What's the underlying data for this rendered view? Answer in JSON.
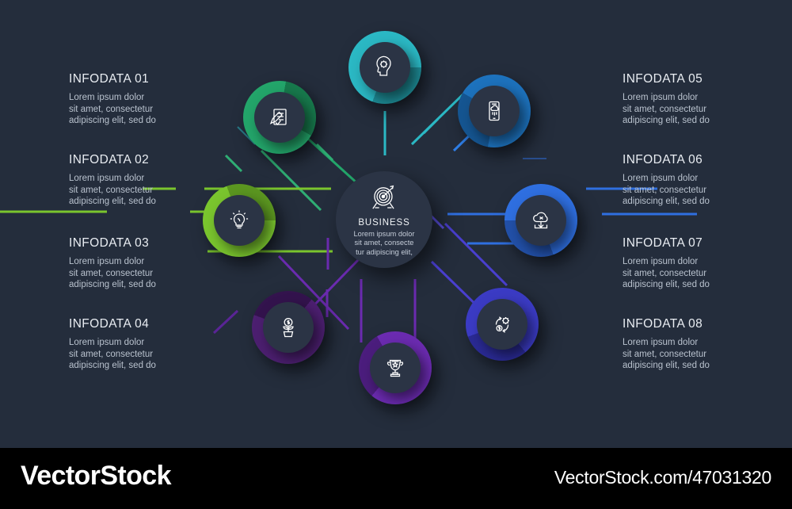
{
  "background": {
    "canvas_color": "#242d3c",
    "footer_color": "#000000"
  },
  "center": {
    "title": "BUSINESS",
    "description": "Lorem ipsum dolor\nsit amet, consecte\ntur adipiscing elit,",
    "icon": "target-dartboard-icon"
  },
  "items": [
    {
      "id": "01",
      "title": "INFODATA 01",
      "description": "Lorem ipsum dolor\nsit amet, consectetur\nadipiscing elit, sed do",
      "color": "#23a56a",
      "color_dark": "#17794c",
      "icon": "checklist-pencil-icon",
      "side": "left"
    },
    {
      "id": "02",
      "title": "INFODATA 02",
      "description": "Lorem ipsum dolor\nsit amet, consectetur\nadipiscing elit, sed do",
      "color": "#7ac52e",
      "color_dark": "#5b9620",
      "icon": "lightbulb-icon",
      "side": "left"
    },
    {
      "id": "03",
      "title": "INFODATA 03",
      "description": "Lorem ipsum dolor\nsit amet, consectetur\nadipiscing elit, sed do",
      "color": "#7ac52e",
      "color_dark": "#5b9620",
      "icon": "lightbulb-icon",
      "side": "left"
    },
    {
      "id": "04",
      "title": "INFODATA 04",
      "description": "Lorem ipsum dolor\nsit amet, consectetur\nadipiscing elit, sed do",
      "color": "#4c1f70",
      "color_dark": "#33134d",
      "icon": "money-plant-icon",
      "side": "left"
    },
    {
      "id": "05",
      "title": "INFODATA 05",
      "description": "Lorem ipsum dolor\nsit amet, consectetur\nadipiscing elit, sed do",
      "color": "#1d72bd",
      "color_dark": "#155591",
      "icon": "mobile-weather-icon",
      "side": "right"
    },
    {
      "id": "06",
      "title": "INFODATA 06",
      "description": "Lorem ipsum dolor\nsit amet, consectetur\nadipiscing elit, sed do",
      "color": "#2f6fe0",
      "color_dark": "#2250a8",
      "icon": "cloud-download-icon",
      "side": "right"
    },
    {
      "id": "07",
      "title": "INFODATA 07",
      "description": "Lorem ipsum dolor\nsit amet, consectetur\nadipiscing elit, sed do",
      "color": "#3b3bc4",
      "color_dark": "#2a2a94",
      "icon": "money-gear-cycle-icon",
      "side": "right"
    },
    {
      "id": "08",
      "title": "INFODATA 08",
      "description": "Lorem ipsum dolor\nsit amet, consectetur\nadipiscing elit, sed do",
      "color": "#3b3bc4",
      "color_dark": "#2a2a94",
      "icon": "money-gear-cycle-icon",
      "side": "right"
    }
  ],
  "nodes": [
    {
      "name": "node-head-gear",
      "icon": "head-gear-icon",
      "color": "#2bb8c4",
      "color_dark": "#1d8a94"
    },
    {
      "name": "node-checklist",
      "icon": "checklist-pencil-icon",
      "color": "#23a56a",
      "color_dark": "#17794c"
    },
    {
      "name": "node-lightbulb",
      "icon": "lightbulb-icon",
      "color": "#7ac52e",
      "color_dark": "#5b9620"
    },
    {
      "name": "node-money-plant",
      "icon": "money-plant-icon",
      "color": "#4c1f70",
      "color_dark": "#33134d"
    },
    {
      "name": "node-trophy",
      "icon": "trophy-icon",
      "color": "#6b2bb0",
      "color_dark": "#4b1d7d"
    },
    {
      "name": "node-money-gear",
      "icon": "money-gear-cycle-icon",
      "color": "#3b3bc4",
      "color_dark": "#2a2a94"
    },
    {
      "name": "node-cloud-download",
      "icon": "cloud-download-icon",
      "color": "#2f6fe0",
      "color_dark": "#2250a8"
    },
    {
      "name": "node-mobile-weather",
      "icon": "mobile-weather-icon",
      "color": "#1d72bd",
      "color_dark": "#155591"
    }
  ],
  "footer": {
    "logo": "VectorStock",
    "url": "VectorStock.com/47031320"
  }
}
